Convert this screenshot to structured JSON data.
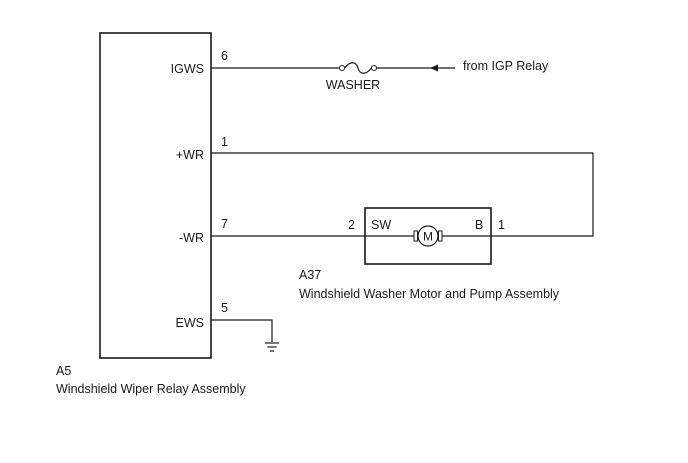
{
  "relay": {
    "connector": "A5",
    "name": "Windshield Wiper Relay Assembly",
    "pins": [
      {
        "label": "IGWS",
        "number": "6"
      },
      {
        "label": "+WR",
        "number": "1"
      },
      {
        "label": "-WR",
        "number": "7"
      },
      {
        "label": "EWS",
        "number": "5"
      }
    ]
  },
  "fuse": {
    "label": "WASHER"
  },
  "source": {
    "label": "from IGP Relay"
  },
  "motor": {
    "connector": "A37",
    "name": "Windshield Washer Motor and Pump Assembly",
    "pin_sw": {
      "label": "SW",
      "number": "2"
    },
    "pin_b": {
      "label": "B",
      "number": "1"
    },
    "symbol": "M"
  }
}
